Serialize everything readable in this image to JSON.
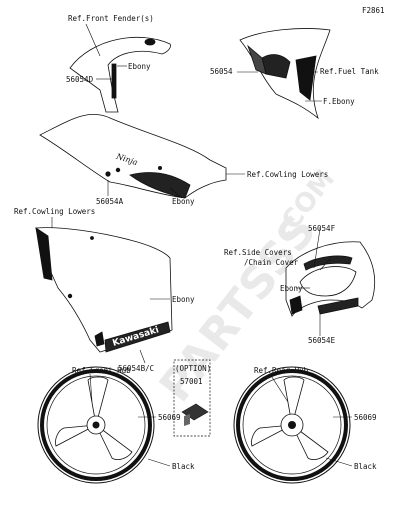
{
  "figure_id": "F2861",
  "watermark": {
    "text": "PARTSSS",
    "suffix": ".COM"
  },
  "labels": {
    "ref_front_fender": "Ref.Front Fender(s)",
    "part_56054D": "56054D",
    "ebony_fender": "Ebony",
    "part_56054": "56054",
    "ref_fuel_tank": "Ref.Fuel Tank",
    "f_ebony": "F.Ebony",
    "ref_cowling_lowers_1": "Ref.Cowling Lowers",
    "part_56054A": "56054A",
    "ebony_cowl_upper": "Ebony",
    "ref_cowling_lowers_2": "Ref.Cowling Lowers",
    "ref_side_covers": "Ref.Side Covers",
    "chain_cover": "/Chain Cover",
    "part_56054F": "56054F",
    "ebony_side": "Ebony",
    "part_56054E": "56054E",
    "ebony_cowl_lower": "Ebony",
    "part_56054BC": "56054B/C",
    "option": "(OPTION)",
    "part_57001": "57001",
    "ref_front_hub": "Ref.Front Hub",
    "ref_rear_hub": "Ref.Rear Hub",
    "part_56069_front": "56069",
    "black_front": "Black",
    "part_56069_rear": "56069",
    "black_rear": "Black"
  },
  "decal_texts": {
    "ninja_script": "Ninja",
    "kawasaki_logo": "Kawasaki"
  }
}
